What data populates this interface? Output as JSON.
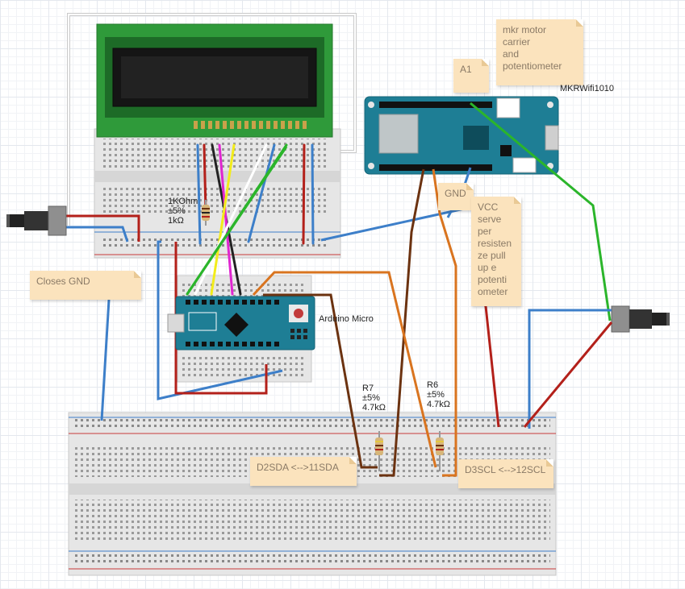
{
  "notes": {
    "mkr_motor": "mkr motor\ncarrier\nand\npotentiometer",
    "a1": "A1",
    "gnd": "GND",
    "vcc": "VCC\nserve\nper\nresisten\nze pull\nup e\npotenti\nometer",
    "closes_gnd": "Closes GND",
    "d2sda": "D2SDA <-->11SDA",
    "d3scl": "D3SCL <-->12SCL"
  },
  "labels": {
    "mkr_board": "MKRWifi1010",
    "arduino_micro": "Arduino Micro",
    "resistor_1k": "1KOhm\n±5%\n1kΩ",
    "r7": "R7\n±5%\n4.7kΩ",
    "r6": "R6\n±5%\n4.7kΩ"
  },
  "colors": {
    "wire_red": "#b3201a",
    "wire_blue": "#3d7fc9",
    "wire_green": "#2bb52b",
    "wire_yellow": "#f2ec1a",
    "wire_magenta": "#e026d0",
    "wire_brown": "#6b3210",
    "wire_orange": "#d9741f",
    "wire_black": "#222222",
    "wire_white": "#ffffff",
    "lcd_green": "#2f9a3a",
    "board_teal": "#1e7e95",
    "note_bg": "#fbe3bd"
  }
}
